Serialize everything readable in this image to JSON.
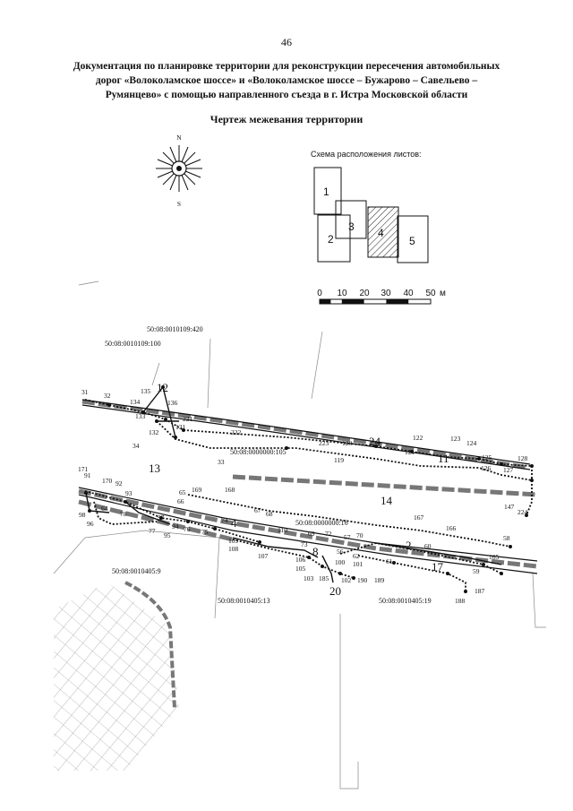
{
  "page_number": "46",
  "document_title": [
    "Документация по планировке территории для реконструкции пересечения автомобильных",
    "дорог «Волоколамское шоссе» и «Волоколамское шоссе – Бужарово – Савельево –",
    "Румянцево» с помощью направленного съезда в г. Истра Московской области"
  ],
  "drawing_title": "Чертеж межевания территории",
  "compass": {
    "north_label": "N",
    "south_label": "S"
  },
  "sheet_scheme": {
    "caption": "Схема расположения листов:",
    "sheets": [
      "1",
      "2",
      "3",
      "4",
      "5"
    ],
    "highlighted_sheet": "4"
  },
  "scale_bar": {
    "ticks": [
      "0",
      "10",
      "20",
      "30",
      "40",
      "50"
    ],
    "unit": "м"
  },
  "cadastral_labels": [
    "50:08:0010109:420",
    "50:08:0010109:100",
    "50:08:0000000:105",
    "50:08:0000000:16",
    "50:08:0010405:9",
    "50:08:0010405:13",
    "50:08:0010405:19"
  ],
  "zone_numbers": [
    "12",
    "13",
    "24",
    "11",
    "14",
    "4",
    "8",
    "2",
    "17",
    "20"
  ],
  "point_labels": [
    "31",
    "32",
    "135",
    "134",
    "136",
    "133",
    "221",
    "131",
    "132",
    "34",
    "222",
    "33",
    "223",
    "120",
    "119",
    "122",
    "121",
    "123",
    "124",
    "125",
    "126",
    "127",
    "128",
    "171",
    "91",
    "170",
    "92",
    "93",
    "65",
    "169",
    "168",
    "66",
    "67",
    "68",
    "64",
    "78",
    "98",
    "96",
    "97",
    "94",
    "95",
    "76",
    "77",
    "75",
    "74",
    "110",
    "109",
    "108",
    "107",
    "69",
    "72",
    "73",
    "57",
    "70",
    "56",
    "62",
    "106",
    "105",
    "100",
    "101",
    "103",
    "185",
    "102",
    "190",
    "189",
    "167",
    "166",
    "58",
    "60",
    "61",
    "59",
    "165",
    "187",
    "188",
    "147",
    "224"
  ]
}
